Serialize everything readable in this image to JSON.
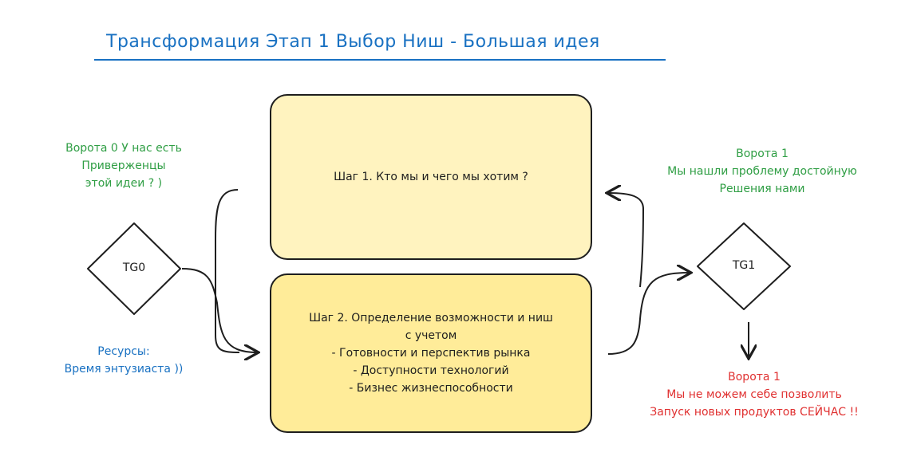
{
  "title": "Трансформация Этап 1 Выбор Ниш - Большая идея",
  "steps": {
    "step1": "Шаг 1. Кто мы и чего мы хотим ?",
    "step2": "Шаг 2. Определение возможности и ниш\nс учетом\n- Готовности и перспектив рынка\n- Доступности технологий\n- Бизнес жизнеспособности"
  },
  "gates": {
    "tg0": "TG0",
    "tg1": "TG1"
  },
  "notes": {
    "gate0": "Ворота 0 У нас есть\nПриверженцы\nэтой идеи ? )",
    "resources": "Ресурсы:\nВремя энтузиаста ))",
    "gate1_pass": "Ворота 1\nМы нашли проблему достойную\nРешения нами",
    "gate1_fail": "Ворота 1\nМы не можем себе позволить\nЗапуск новых продуктов СЕЙЧАС !!"
  },
  "colors": {
    "accent": "#1971c2",
    "pass": "#2f9e44",
    "fail": "#e03131",
    "step1_fill": "#fff3bf",
    "step2_fill": "#ffec99"
  }
}
